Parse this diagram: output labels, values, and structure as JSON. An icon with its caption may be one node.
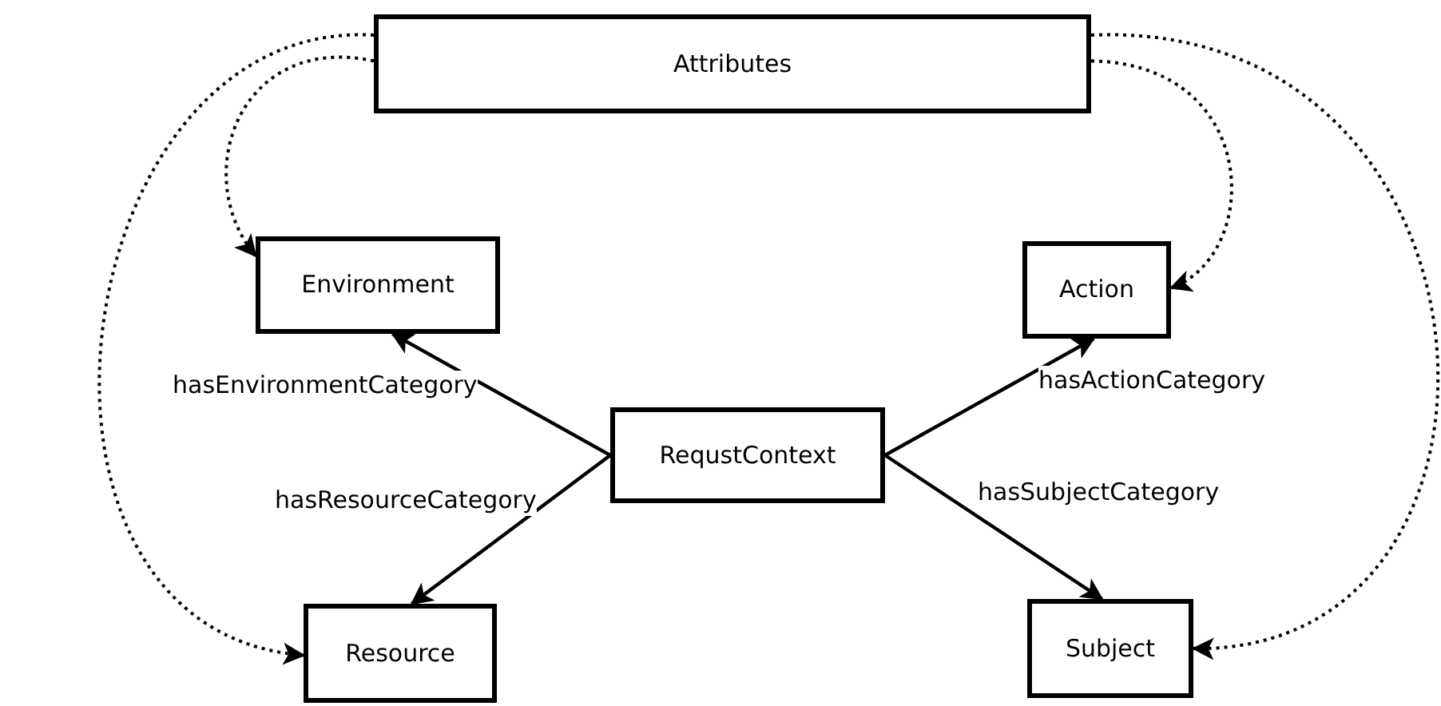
{
  "diagram": {
    "nodes": [
      {
        "text": [
          "Attributes"
        ]
      },
      {
        "text": [
          "Environment"
        ]
      },
      {
        "text": [
          "Action"
        ]
      },
      {
        "text": [
          "RequstContext"
        ]
      },
      {
        "text": [
          "Resource"
        ]
      },
      {
        "text": [
          "Subject"
        ]
      }
    ],
    "edges": [
      {
        "from": 0,
        "to": 1,
        "arrow": "to",
        "style": "dashed"
      },
      {
        "from": 0,
        "to": 4,
        "arrow": "to",
        "style": "dashed"
      },
      {
        "from": 0,
        "to": 2,
        "arrow": "to",
        "style": "dashed"
      },
      {
        "from": 0,
        "to": 5,
        "arrow": "to",
        "style": "dashed"
      },
      {
        "from": 3,
        "to": 1,
        "arrow": "to",
        "label": "hasEnvironmentCategory"
      },
      {
        "from": 3,
        "to": 4,
        "arrow": "to",
        "label": "hasResourceCategory"
      },
      {
        "from": 3,
        "to": 2,
        "arrow": "to",
        "label": "hasActionCategory"
      },
      {
        "from": 3,
        "to": 5,
        "arrow": "to",
        "label": "hasSubjectCategory"
      }
    ]
  }
}
